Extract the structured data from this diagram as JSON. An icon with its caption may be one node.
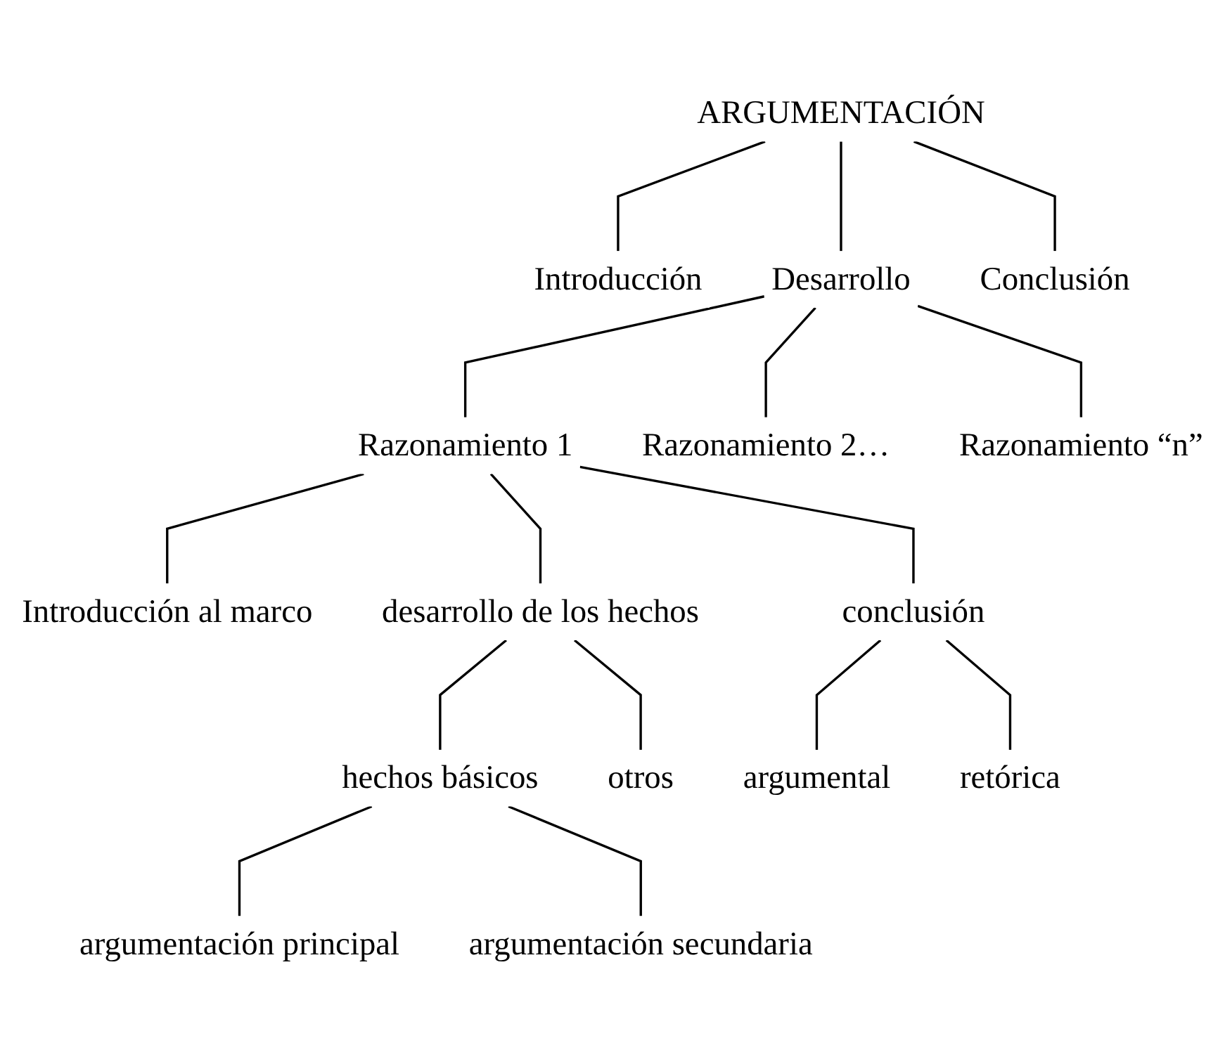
{
  "diagram": {
    "nodes": [
      {
        "text": [
          "ARGUMENTACIÓN"
        ]
      },
      {
        "text": [
          "Introducción"
        ]
      },
      {
        "text": [
          "Desarrollo"
        ]
      },
      {
        "text": [
          "Conclusión"
        ]
      },
      {
        "text": [
          "Razonamiento 1"
        ]
      },
      {
        "text": [
          "Razonamiento 2…"
        ]
      },
      {
        "text": [
          "Razonamiento “n”"
        ]
      },
      {
        "text": [
          "Introducción al marco"
        ]
      },
      {
        "text": [
          "desarrollo de los hechos"
        ]
      },
      {
        "text": [
          "conclusión"
        ]
      },
      {
        "text": [
          "hechos básicos"
        ]
      },
      {
        "text": [
          "otros"
        ]
      },
      {
        "text": [
          "argumental"
        ]
      },
      {
        "text": [
          "retórica"
        ]
      },
      {
        "text": [
          "argumentación principal"
        ]
      },
      {
        "text": [
          "argumentación secundaria"
        ]
      }
    ],
    "edges": [
      {
        "from": 0,
        "to": 1,
        "arrow": "none"
      },
      {
        "from": 0,
        "to": 2,
        "arrow": "none"
      },
      {
        "from": 0,
        "to": 3,
        "arrow": "none"
      },
      {
        "from": 2,
        "to": 4,
        "arrow": "none"
      },
      {
        "from": 2,
        "to": 5,
        "arrow": "none"
      },
      {
        "from": 2,
        "to": 6,
        "arrow": "none"
      },
      {
        "from": 4,
        "to": 7,
        "arrow": "none"
      },
      {
        "from": 4,
        "to": 8,
        "arrow": "none"
      },
      {
        "from": 4,
        "to": 9,
        "arrow": "none"
      },
      {
        "from": 8,
        "to": 10,
        "arrow": "none"
      },
      {
        "from": 8,
        "to": 11,
        "arrow": "none"
      },
      {
        "from": 9,
        "to": 12,
        "arrow": "none"
      },
      {
        "from": 9,
        "to": 13,
        "arrow": "none"
      },
      {
        "from": 10,
        "to": 14,
        "arrow": "none"
      },
      {
        "from": 10,
        "to": 15,
        "arrow": "none"
      }
    ]
  }
}
